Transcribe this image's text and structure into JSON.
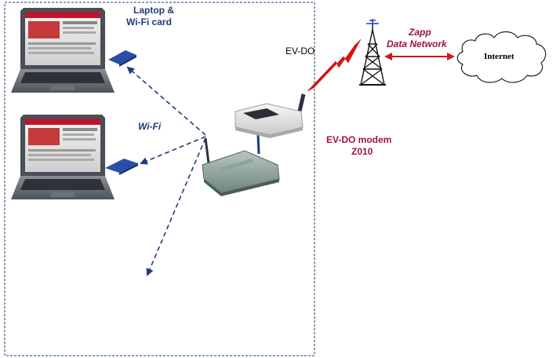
{
  "labels": {
    "laptop_line1": "Laptop &",
    "laptop_line2": "Wi-Fi card",
    "wifi": "Wi-Fi",
    "evdo": "EV-DO",
    "zapp_line1": "Zapp",
    "zapp_line2": "Data Network",
    "internet": "Internet",
    "modem_line1": "EV-DO modem",
    "modem_line2": "Z010"
  },
  "colors": {
    "navy": "#1f3b7a",
    "maroon": "#a0123f",
    "lightning": "#e01010",
    "boundary": "#1f3b7a"
  }
}
